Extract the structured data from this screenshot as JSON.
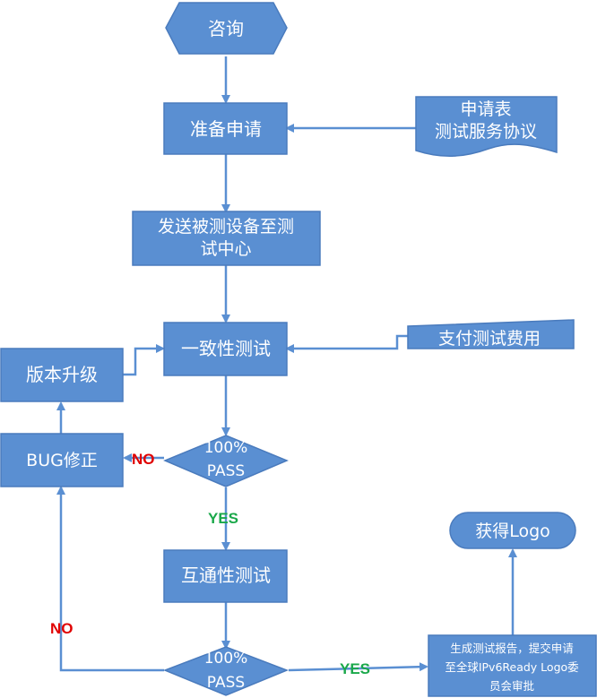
{
  "nodes": {
    "consult": "咨询",
    "prepare": "准备申请",
    "send_line1": "发送被测设备至测",
    "send_line2": "试中心",
    "conformance": "一致性测试",
    "upgrade": "版本升级",
    "bugfix": "BUG修正",
    "pass1_line1": "100%",
    "pass1_line2": "PASS",
    "interop": "互通性测试",
    "pass2_line1": "100%",
    "pass2_line2": "PASS",
    "report_line1": "生成测试报告，提交申请",
    "report_line2": "至全球IPv6Ready Logo委",
    "report_line3": "员会审批",
    "logo": "获得Logo"
  },
  "documents": {
    "form_line1": "申请表",
    "form_line2": "测试服务协议",
    "fee": "支付测试费用"
  },
  "labels": {
    "no_1": "NO",
    "yes_1": "YES",
    "no_2": "NO",
    "yes_2": "YES"
  },
  "colors": {
    "node_fill": "#5a8fd2",
    "node_stroke": "#4a7bbd",
    "arrow": "#5a8fd2",
    "no": "#e00000",
    "yes": "#1aa84a"
  }
}
